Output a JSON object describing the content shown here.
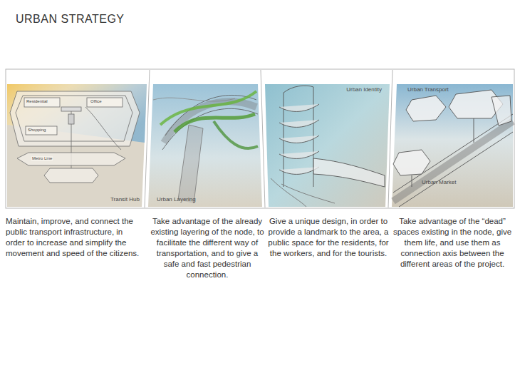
{
  "diagram": {
    "title": "URBAN STRATEGY",
    "nodes": [
      {
        "text": [
          "Transit Hub"
        ]
      },
      {
        "text": [
          "Urban Layering"
        ]
      },
      {
        "text": [
          "Urban Identity"
        ]
      },
      {
        "text": [
          "Urban Transport",
          "Urban Market"
        ]
      }
    ],
    "labels": [
      "Maintain, improve, and connect the public transport infrastructure, in order to increase and simplify the movement and speed of the citizens.",
      "Take advantage of the already existing layering of the node, to facilitate the different way of transportation, and to give a safe and fast pedestrian connection.",
      "Give a unique design, in order to provide a landmark to the area, a public space for the residents, for the workers, and for the tourists.",
      "Take advantage of the “dead” spaces existing in the node, give them life, and use them as connection axis between the different areas of the project.",
      "Residential",
      "Office",
      "Shopping",
      "Metro Line"
    ]
  }
}
